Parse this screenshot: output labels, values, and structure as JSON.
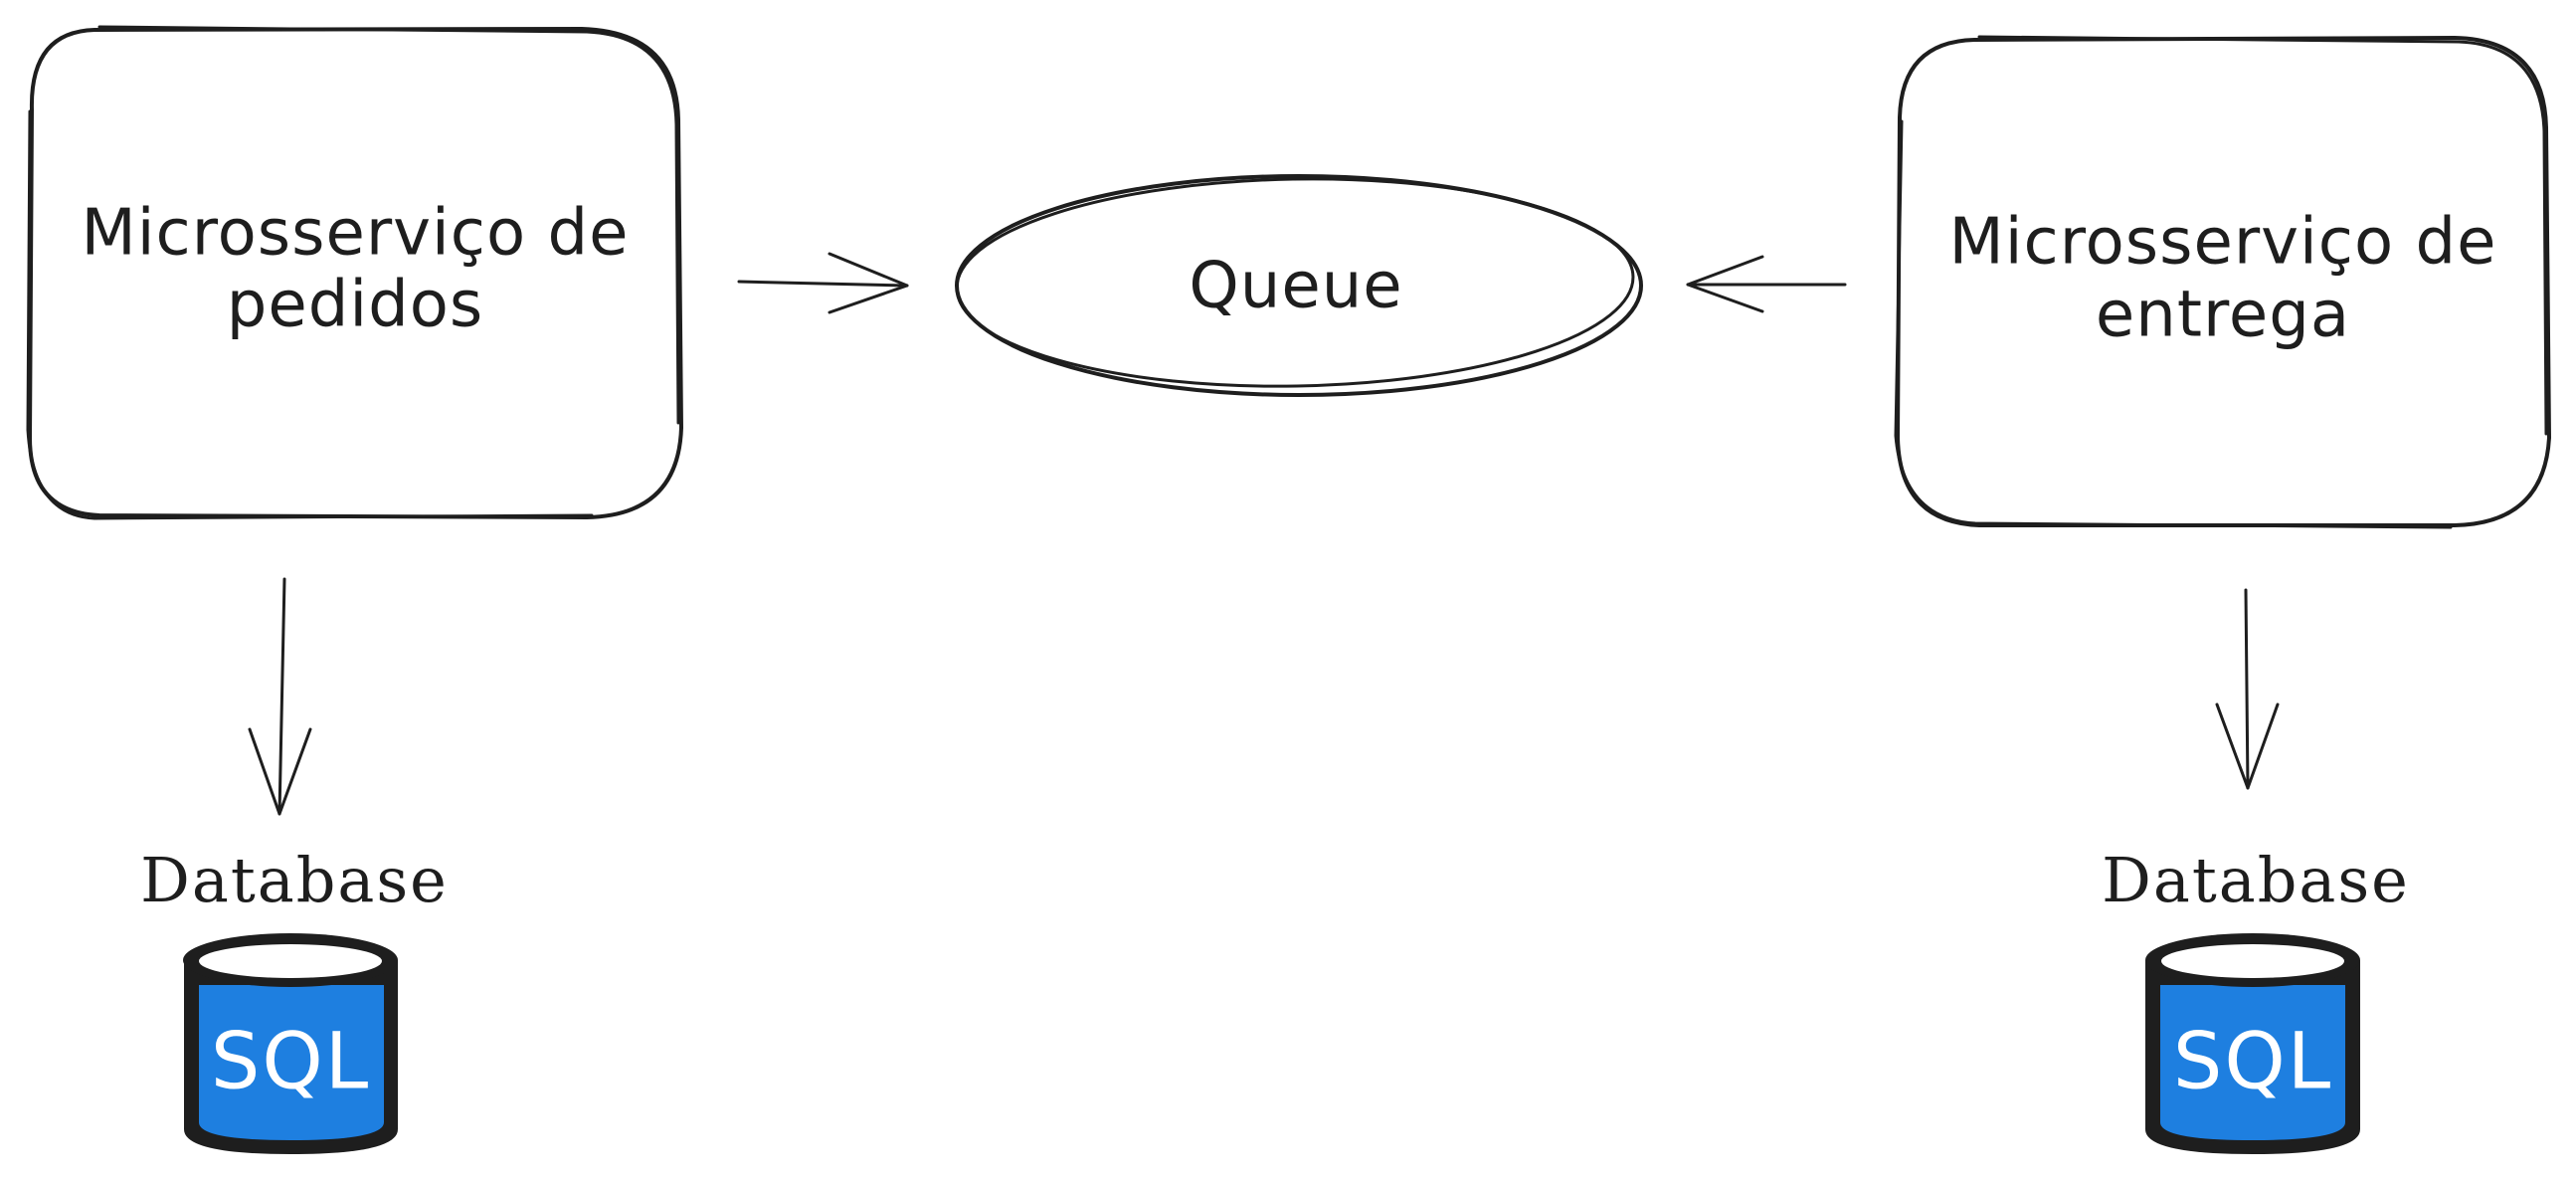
{
  "nodes": {
    "orders_service": {
      "line1": "Microsserviço de",
      "line2": "pedidos"
    },
    "queue": {
      "label": "Queue"
    },
    "delivery_service": {
      "line1": "Microsserviço de",
      "line2": "entrega"
    },
    "db_left": {
      "caption": "Database",
      "badge": "SQL"
    },
    "db_right": {
      "caption": "Database",
      "badge": "SQL"
    }
  },
  "colors": {
    "stroke": "#1e1e1e",
    "hatch": "#d6d6d6",
    "node_fill": "#f6f6f6",
    "sql_blue": "#1e7fe0",
    "background": "#ffffff"
  },
  "icons": {
    "database": "database-cylinder-icon"
  }
}
